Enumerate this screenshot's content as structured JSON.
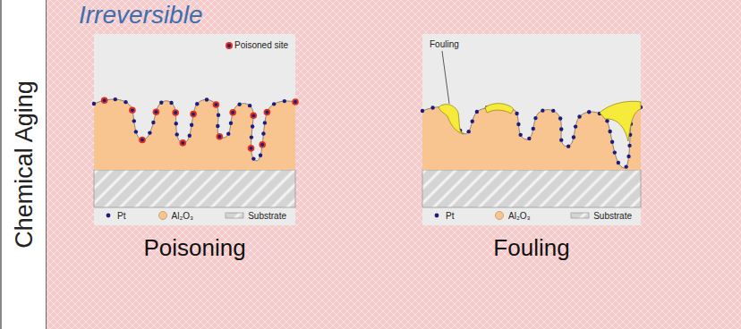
{
  "diagram": {
    "title": "Irreversible",
    "nodes": [
      {
        "text": [
          "Chemical Aging"
        ]
      },
      {
        "text": [
          "Poisoning"
        ]
      },
      {
        "text": [
          "Fouling"
        ]
      }
    ],
    "labels": [
      "Poisoned site",
      "Fouling"
    ],
    "legend": [
      {
        "text": "Pt"
      },
      {
        "text": "Al₂O₃",
        "color": "#f8c490"
      },
      {
        "text": "Substrate"
      },
      {
        "text": "Pt"
      },
      {
        "text": "Al₂O₃",
        "color": "#f8c490"
      },
      {
        "text": "Substrate"
      }
    ]
  }
}
